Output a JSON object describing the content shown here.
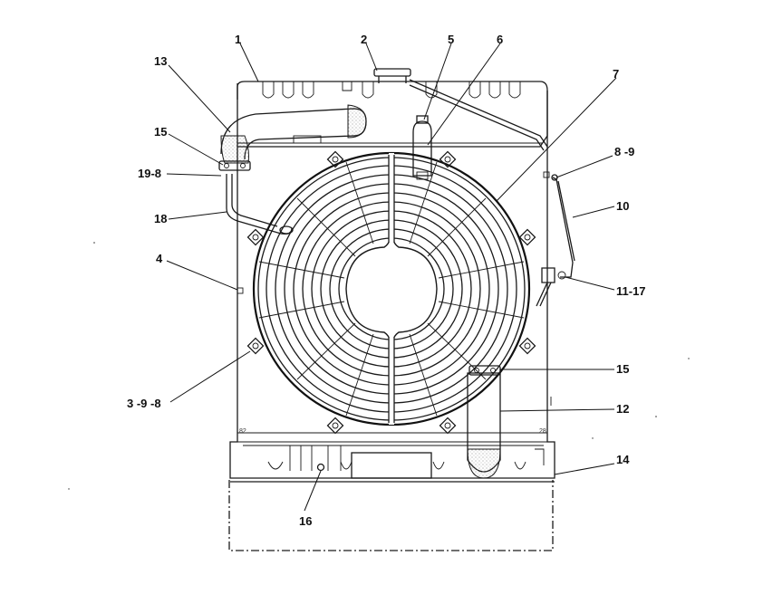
{
  "callouts": {
    "c1": "1",
    "c2": "2",
    "c5": "5",
    "c6": "6",
    "c7": "7",
    "c13": "13",
    "c15a": "15",
    "c19_8": "19-8",
    "c18": "18",
    "c4": "4",
    "c3_9_8": "3 -9 -8",
    "c8_9": "8 -9",
    "c10": "10",
    "c11_17": "11-17",
    "c15b": "15",
    "c12": "12",
    "c14": "14",
    "c16": "16"
  },
  "colors": {
    "line": "#1a1a1a",
    "background": "#ffffff",
    "stipple": "#777777"
  }
}
